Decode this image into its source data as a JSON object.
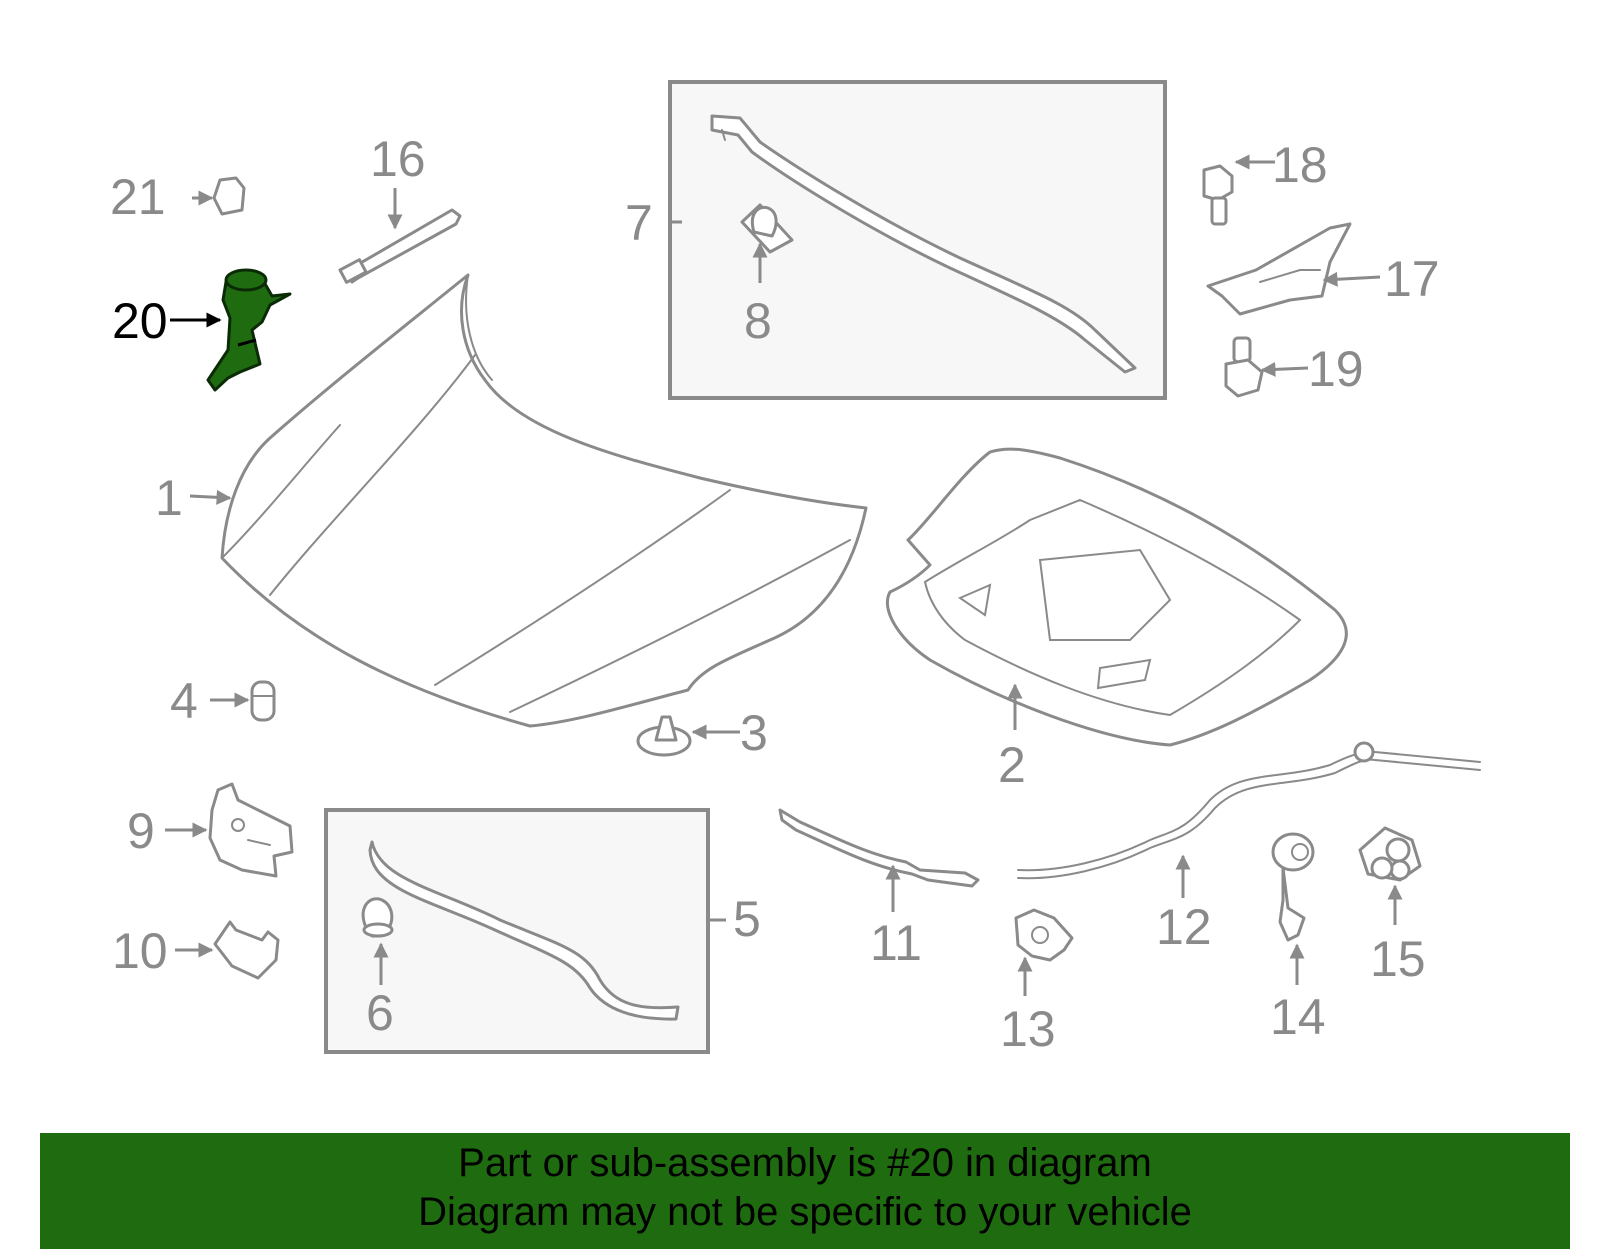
{
  "diagram": {
    "highlight_color": "#1f6b10",
    "highlighted_part": "20",
    "callouts": [
      "1",
      "2",
      "3",
      "4",
      "5",
      "6",
      "7",
      "8",
      "9",
      "10",
      "11",
      "12",
      "13",
      "14",
      "15",
      "16",
      "17",
      "18",
      "19",
      "20",
      "21"
    ]
  },
  "banner": {
    "line1": "Part or sub-assembly is #20 in diagram",
    "line2": "Diagram may not be specific to your vehicle"
  }
}
